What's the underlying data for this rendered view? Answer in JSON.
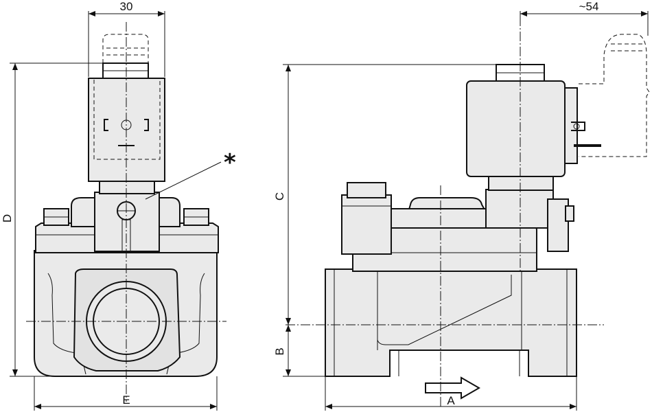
{
  "dimensions": {
    "top_left": "30",
    "top_right": "~54",
    "height_d": "D",
    "width_e": "E",
    "height_c": "C",
    "height_b": "B",
    "length_a": "A"
  },
  "annotation": {
    "marker": "*"
  }
}
